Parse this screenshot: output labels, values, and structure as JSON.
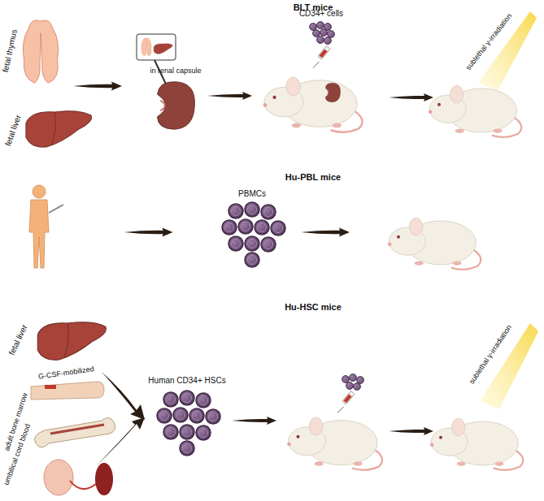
{
  "diagram": {
    "labels": [
      "BLT mice",
      "fetal thymus",
      "fetal liver",
      "in renal capsule",
      "CD34+ cells",
      "sublethal γ-irradiation",
      "Hu-PBL mice",
      "PBMCs",
      "Hu-HSC mice",
      "fetal liver",
      "G-CSF-mobilized",
      "adult bone marrow",
      "umbilical cord blood",
      "Human CD34+ HSCs",
      "sublethal γ-irradiation"
    ]
  }
}
